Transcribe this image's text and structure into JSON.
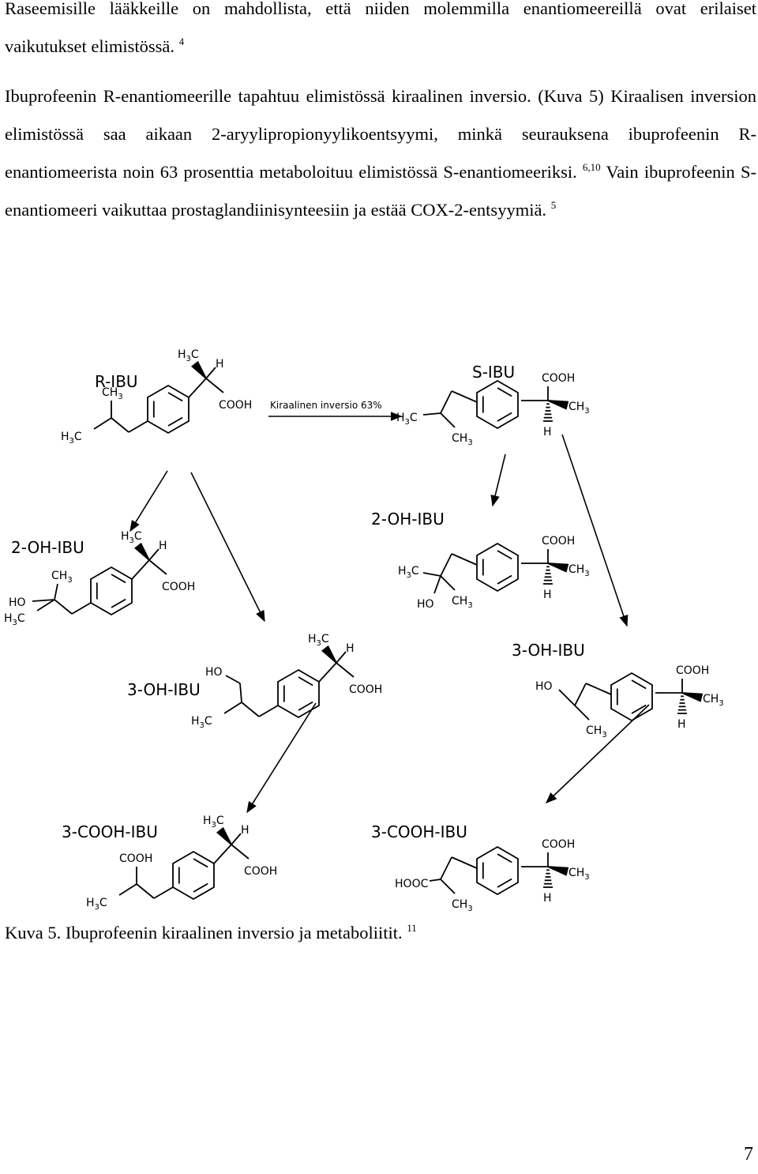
{
  "paragraph1": {
    "text": "Raseemisille lääkkeille on mahdollista, että niiden molemmilla enantiomeereillä ovat erilaiset vaikutukset elimistössä.",
    "ref": "4"
  },
  "paragraph2": {
    "part1": "Ibuprofeenin R-enantiomeerille tapahtuu elimistössä kiraalinen inversio. (Kuva 5) Kiraalisen inversion elimistössä saa aikaan 2-aryylipropionyylikoentsyymi, minkä seurauksena ibuprofeenin R-enantiomeerista noin 63 prosenttia metaboloituu elimistössä S-enantiomeeriksi.",
    "ref1": "6,10",
    "part2": "Vain ibuprofeenin S-enantiomeeri vaikuttaa prostaglandiinisynteesiin ja estää COX-2-entsyymiä.",
    "ref2": "5"
  },
  "figure": {
    "structures": {
      "r_ibu": "R-IBU",
      "s_ibu": "S-IBU",
      "r_2oh": "2-OH-IBU",
      "s_2oh": "2-OH-IBU",
      "r_3oh": "3-OH-IBU",
      "s_3oh": "3-OH-IBU",
      "r_3cooh": "3-COOH-IBU",
      "s_3cooh": "3-COOH-IBU"
    },
    "inversion_label": "Kiraalinen inversio 63%",
    "atoms": {
      "cooh": "COOH",
      "hooc": "HOOC",
      "h": "H",
      "ho": "HO"
    }
  },
  "caption": {
    "text": "Kuva 5. Ibuprofeenin kiraalinen inversio ja metaboliitit.",
    "ref": "11"
  },
  "page_number": "7"
}
